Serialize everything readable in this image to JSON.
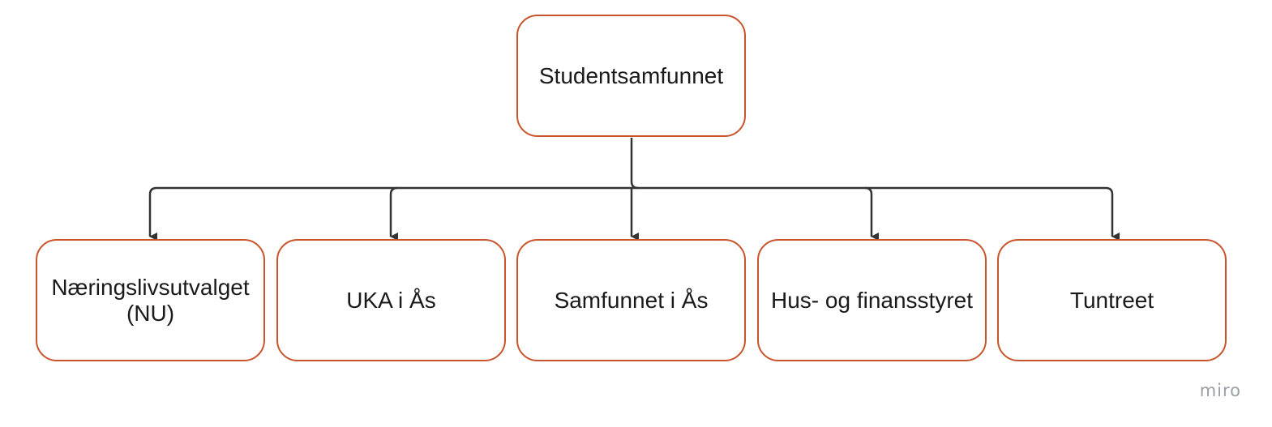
{
  "diagram": {
    "root": {
      "label": "Studentsamfunnet"
    },
    "children": [
      {
        "label": "Næringslivsutvalget (NU)"
      },
      {
        "label": "UKA i Ås"
      },
      {
        "label": "Samfunnet i Ås"
      },
      {
        "label": "Hus- og finansstyret"
      },
      {
        "label": "Tuntreet"
      }
    ],
    "colors": {
      "node_border": "#c9542c",
      "connector": "#333333",
      "text": "#1a1a1a",
      "watermark": "#9aa0a6"
    }
  },
  "watermark": "miro"
}
